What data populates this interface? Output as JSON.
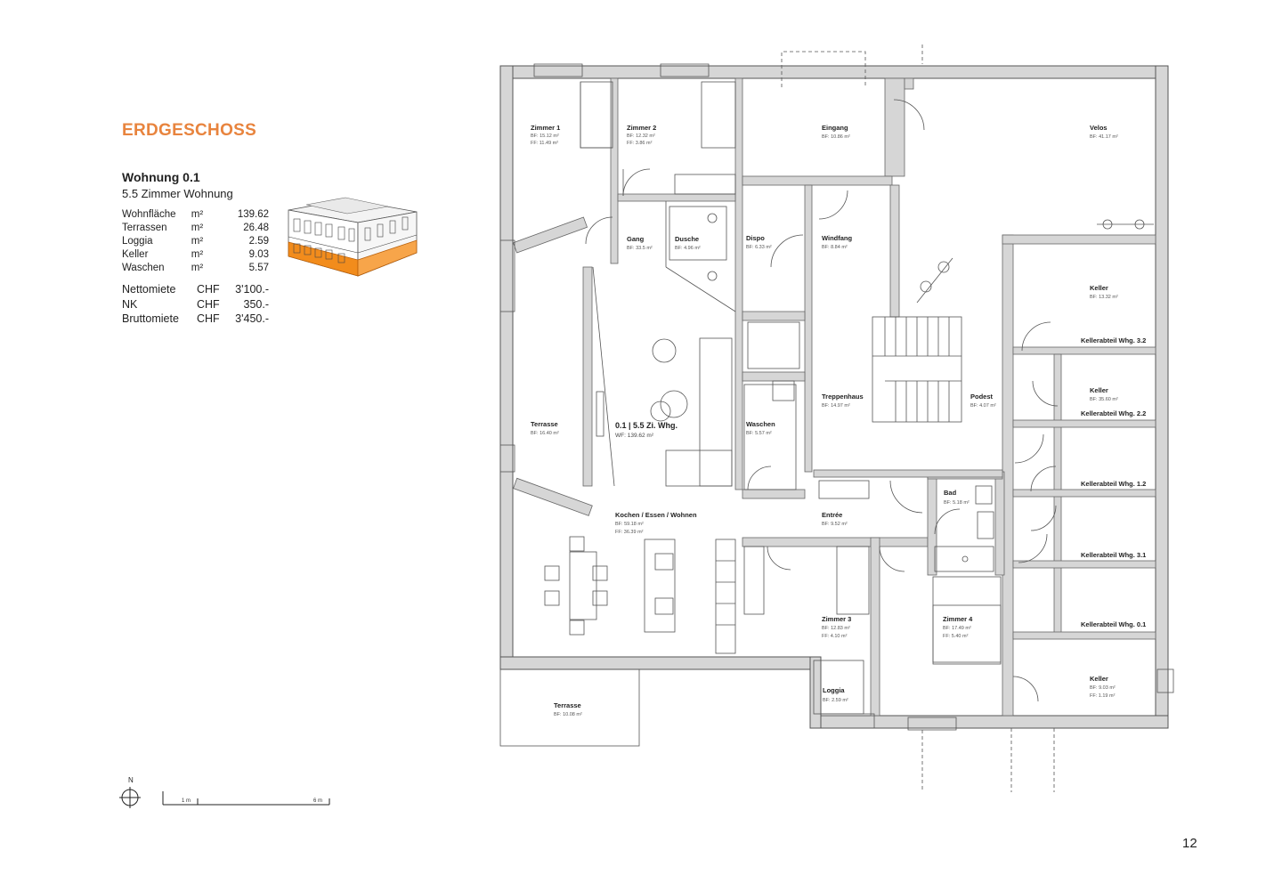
{
  "heading": "ERDGESCHOSS",
  "apartment": {
    "name": "Wohnung 0.1",
    "subtitle": "5.5 Zimmer Wohnung",
    "areas": [
      {
        "label": "Wohnfläche",
        "unit": "m²",
        "value": "139.62"
      },
      {
        "label": "Terrassen",
        "unit": "m²",
        "value": "26.48"
      },
      {
        "label": "Loggia",
        "unit": "m²",
        "value": "2.59"
      },
      {
        "label": "Keller",
        "unit": "m²",
        "value": "9.03"
      },
      {
        "label": "Waschen",
        "unit": "m²",
        "value": "5.57"
      }
    ],
    "rent": [
      {
        "label": "Nettomiete",
        "currency": "CHF",
        "value": "3'100.-"
      },
      {
        "label": "NK",
        "currency": "CHF",
        "value": "350.-"
      },
      {
        "label": "Bruttomiete",
        "currency": "CHF",
        "value": "3'450.-"
      }
    ]
  },
  "colors": {
    "accent": "#e8843e",
    "wall": "#d6d6d6",
    "wall_stroke": "#555555",
    "highlight": "#f28c1c"
  },
  "plan": {
    "main_label": "0.1 | 5.5 Zi. Whg.",
    "main_area": "WF: 139.62 m²",
    "rooms": {
      "zimmer1": {
        "name": "Zimmer 1",
        "l1": "BF: 15.12 m²",
        "l2": "FF: 11.49 m²"
      },
      "zimmer2": {
        "name": "Zimmer 2",
        "l1": "BF: 12.32 m²",
        "l2": "FF: 3.86 m²"
      },
      "eingang": {
        "name": "Eingang",
        "l1": "BF: 10.86 m²"
      },
      "velos": {
        "name": "Velos",
        "l1": "BF: 41.17 m²"
      },
      "gang": {
        "name": "Gang",
        "l1": "BF: 33.5 m²"
      },
      "dusche": {
        "name": "Dusche",
        "l1": "BF: 4.96 m²"
      },
      "dispo": {
        "name": "Dispo",
        "l1": "BF: 6.33 m²"
      },
      "windfang": {
        "name": "Windfang",
        "l1": "BF: 8.84 m²"
      },
      "keller1": {
        "name": "Keller",
        "l1": "BF: 13.32 m²"
      },
      "kellerabteil32": {
        "name": "Kellerabteil Whg. 3.2"
      },
      "keller2": {
        "name": "Keller",
        "l1": "BF: 35.60 m²"
      },
      "kellerabteil22": {
        "name": "Kellerabteil Whg. 2.2"
      },
      "kellerabteil12": {
        "name": "Kellerabteil Whg. 1.2"
      },
      "kellerabteil31": {
        "name": "Kellerabteil Whg. 3.1"
      },
      "kellerabteil01": {
        "name": "Kellerabteil Whg. 0.1"
      },
      "keller3": {
        "name": "Keller",
        "l1": "BF: 9.03 m²",
        "l2": "FF: 1.19 m²"
      },
      "terrasse1": {
        "name": "Terrasse",
        "l1": "BF: 16.40 m²"
      },
      "waschen": {
        "name": "Waschen",
        "l1": "BF: 5.57 m²"
      },
      "treppenhaus": {
        "name": "Treppenhaus",
        "l1": "BF: 14.97 m²"
      },
      "podest": {
        "name": "Podest",
        "l1": "BF: 4.07 m²"
      },
      "bad": {
        "name": "Bad",
        "l1": "BF: 5.18 m²"
      },
      "kochen": {
        "name": "Kochen / Essen / Wohnen",
        "l1": "BF: 59.18 m²",
        "l2": "FF: 36.39 m²"
      },
      "entree": {
        "name": "Entrée",
        "l1": "BF: 9.52 m²"
      },
      "zimmer3": {
        "name": "Zimmer 3",
        "l1": "BF: 12.83 m²",
        "l2": "FF: 4.10 m²"
      },
      "zimmer4": {
        "name": "Zimmer 4",
        "l1": "BF: 17.49 m²",
        "l2": "FF: 5.40 m²"
      },
      "loggia": {
        "name": "Loggia",
        "l1": "BF: 2.59 m²"
      },
      "terrasse2": {
        "name": "Terrasse",
        "l1": "BF: 10.08 m²"
      }
    }
  },
  "north_label": "N",
  "scale": {
    "start": "1 m",
    "end": "6 m"
  },
  "page_number": "12"
}
